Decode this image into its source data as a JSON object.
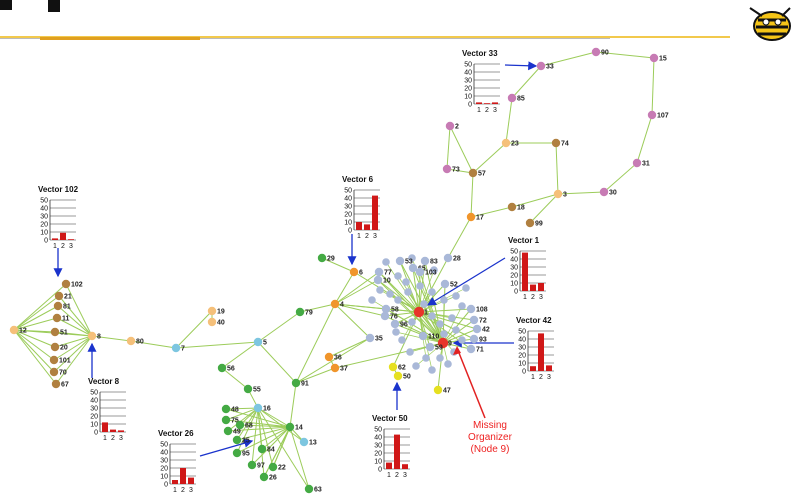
{
  "colors": {
    "edge": "#9ccc5a",
    "arrow": "#1a33cc",
    "bar": "#d01818",
    "highlight": "#e8342a",
    "annotation": "#e22222",
    "header_line": "#f2c94c"
  },
  "logo_icon": "yellow-jacket-mascot-icon",
  "vector_charts": [
    {
      "title": "Vector 33",
      "ticks": [
        "50",
        "40",
        "30",
        "20",
        "10",
        "0"
      ],
      "categories": [
        "1",
        "2",
        "3"
      ],
      "values": [
        2,
        1,
        2
      ],
      "ylim": [
        0,
        50
      ]
    },
    {
      "title": "Vector 102",
      "ticks": [
        "50",
        "40",
        "30",
        "20",
        "10",
        "0"
      ],
      "categories": [
        "1",
        "2",
        "3"
      ],
      "values": [
        2,
        9,
        1
      ],
      "ylim": [
        0,
        50
      ]
    },
    {
      "title": "Vector 6",
      "ticks": [
        "50",
        "40",
        "30",
        "20",
        "10",
        "0"
      ],
      "categories": [
        "1",
        "2",
        "3"
      ],
      "values": [
        10,
        7,
        43
      ],
      "ylim": [
        0,
        50
      ]
    },
    {
      "title": "Vector 1",
      "ticks": [
        "50",
        "40",
        "30",
        "20",
        "10",
        "0"
      ],
      "categories": [
        "1",
        "2",
        "3"
      ],
      "values": [
        48,
        8,
        10
      ],
      "ylim": [
        0,
        50
      ]
    },
    {
      "title": "Vector 8",
      "ticks": [
        "50",
        "40",
        "30",
        "20",
        "10",
        "0"
      ],
      "categories": [
        "1",
        "2",
        "3"
      ],
      "values": [
        12,
        3,
        2
      ],
      "ylim": [
        0,
        50
      ]
    },
    {
      "title": "Vector 42",
      "ticks": [
        "50",
        "40",
        "30",
        "20",
        "10",
        "0"
      ],
      "categories": [
        "1",
        "2",
        "3"
      ],
      "values": [
        6,
        47,
        7
      ],
      "ylim": [
        0,
        50
      ]
    },
    {
      "title": "Vector 26",
      "ticks": [
        "50",
        "40",
        "30",
        "20",
        "10",
        "0"
      ],
      "categories": [
        "1",
        "2",
        "3"
      ],
      "values": [
        5,
        20,
        8
      ],
      "ylim": [
        0,
        50
      ]
    },
    {
      "title": "Vector 50",
      "ticks": [
        "50",
        "40",
        "30",
        "20",
        "10",
        "0"
      ],
      "categories": [
        "1",
        "2",
        "3"
      ],
      "values": [
        8,
        43,
        6
      ],
      "ylim": [
        0,
        50
      ]
    }
  ],
  "annotation": {
    "line1": "Missing",
    "line2": "Organizer",
    "line3": "(Node 9)"
  },
  "nodes": [
    {
      "id": "90",
      "c": "#c77bb4"
    },
    {
      "id": "15",
      "c": "#c77bb4"
    },
    {
      "id": "33",
      "c": "#c77bb4"
    },
    {
      "id": "85",
      "c": "#c77bb4"
    },
    {
      "id": "107",
      "c": "#c77bb4"
    },
    {
      "id": "31",
      "c": "#c77bb4"
    },
    {
      "id": "30",
      "c": "#c77bb4"
    },
    {
      "id": "2",
      "c": "#c77bb4"
    },
    {
      "id": "73",
      "c": "#c77bb4"
    },
    {
      "id": "23",
      "c": "#f5c07a"
    },
    {
      "id": "74",
      "c": "#b08040"
    },
    {
      "id": "57",
      "c": "#b08040"
    },
    {
      "id": "3",
      "c": "#f5c07a"
    },
    {
      "id": "18",
      "c": "#b08040"
    },
    {
      "id": "99",
      "c": "#b08040"
    },
    {
      "id": "17",
      "c": "#f0952b"
    },
    {
      "id": "28",
      "c": "#a9b8d8"
    },
    {
      "id": "29",
      "c": "#44aa44"
    },
    {
      "id": "6",
      "c": "#f0952b"
    },
    {
      "id": "4",
      "c": "#f0952b"
    },
    {
      "id": "79",
      "c": "#44aa44"
    },
    {
      "id": "35",
      "c": "#a9b8d8"
    },
    {
      "id": "36",
      "c": "#f0952b"
    },
    {
      "id": "37",
      "c": "#f0952b"
    },
    {
      "id": "62",
      "c": "#e6e020"
    },
    {
      "id": "50",
      "c": "#e6e020"
    },
    {
      "id": "47",
      "c": "#e6e020"
    },
    {
      "id": "1",
      "c": "#e8342a"
    },
    {
      "id": "9",
      "c": "#e8342a"
    },
    {
      "id": "102",
      "c": "#b08040"
    },
    {
      "id": "21",
      "c": "#b08040"
    },
    {
      "id": "81",
      "c": "#b08040"
    },
    {
      "id": "11",
      "c": "#b08040"
    },
    {
      "id": "51",
      "c": "#b08040"
    },
    {
      "id": "20",
      "c": "#b08040"
    },
    {
      "id": "101",
      "c": "#b08040"
    },
    {
      "id": "70",
      "c": "#b08040"
    },
    {
      "id": "67",
      "c": "#b08040"
    },
    {
      "id": "12",
      "c": "#f5c07a"
    },
    {
      "id": "8",
      "c": "#f5c07a"
    },
    {
      "id": "80",
      "c": "#f5c07a"
    },
    {
      "id": "7",
      "c": "#7dc6e0"
    },
    {
      "id": "19",
      "c": "#f5c07a"
    },
    {
      "id": "40",
      "c": "#f5c07a"
    },
    {
      "id": "5",
      "c": "#7dc6e0"
    },
    {
      "id": "56",
      "c": "#44aa44"
    },
    {
      "id": "55",
      "c": "#44aa44"
    },
    {
      "id": "91",
      "c": "#44aa44"
    },
    {
      "id": "16",
      "c": "#7dc6e0"
    },
    {
      "id": "14",
      "c": "#44aa44"
    },
    {
      "id": "13",
      "c": "#7dc6e0"
    },
    {
      "id": "48",
      "c": "#44aa44"
    },
    {
      "id": "75",
      "c": "#44aa44"
    },
    {
      "id": "49",
      "c": "#44aa44"
    },
    {
      "id": "68",
      "c": "#44aa44"
    },
    {
      "id": "25",
      "c": "#44aa44"
    },
    {
      "id": "95",
      "c": "#44aa44"
    },
    {
      "id": "97",
      "c": "#44aa44"
    },
    {
      "id": "22",
      "c": "#44aa44"
    },
    {
      "id": "63",
      "c": "#44aa44"
    },
    {
      "id": "26",
      "c": "#44aa44"
    },
    {
      "id": "84",
      "c": "#44aa44"
    },
    {
      "id": "108",
      "c": "#a9b8d8"
    },
    {
      "id": "72",
      "c": "#a9b8d8"
    },
    {
      "id": "42",
      "c": "#a9b8d8"
    },
    {
      "id": "93",
      "c": "#a9b8d8"
    },
    {
      "id": "71",
      "c": "#a9b8d8"
    },
    {
      "id": "110",
      "c": "#a9b8d8"
    },
    {
      "id": "96",
      "c": "#a9b8d8"
    },
    {
      "id": "59",
      "c": "#a9b8d8"
    },
    {
      "id": "58",
      "c": "#a9b8d8"
    },
    {
      "id": "76",
      "c": "#a9b8d8"
    },
    {
      "id": "77",
      "c": "#a9b8d8"
    },
    {
      "id": "10",
      "c": "#a9b8d8"
    },
    {
      "id": "53",
      "c": "#a9b8d8"
    },
    {
      "id": "52",
      "c": "#a9b8d8"
    },
    {
      "id": "65",
      "c": "#a9b8d8"
    },
    {
      "id": "83",
      "c": "#a9b8d8"
    },
    {
      "id": "103",
      "c": "#a9b8d8"
    }
  ]
}
